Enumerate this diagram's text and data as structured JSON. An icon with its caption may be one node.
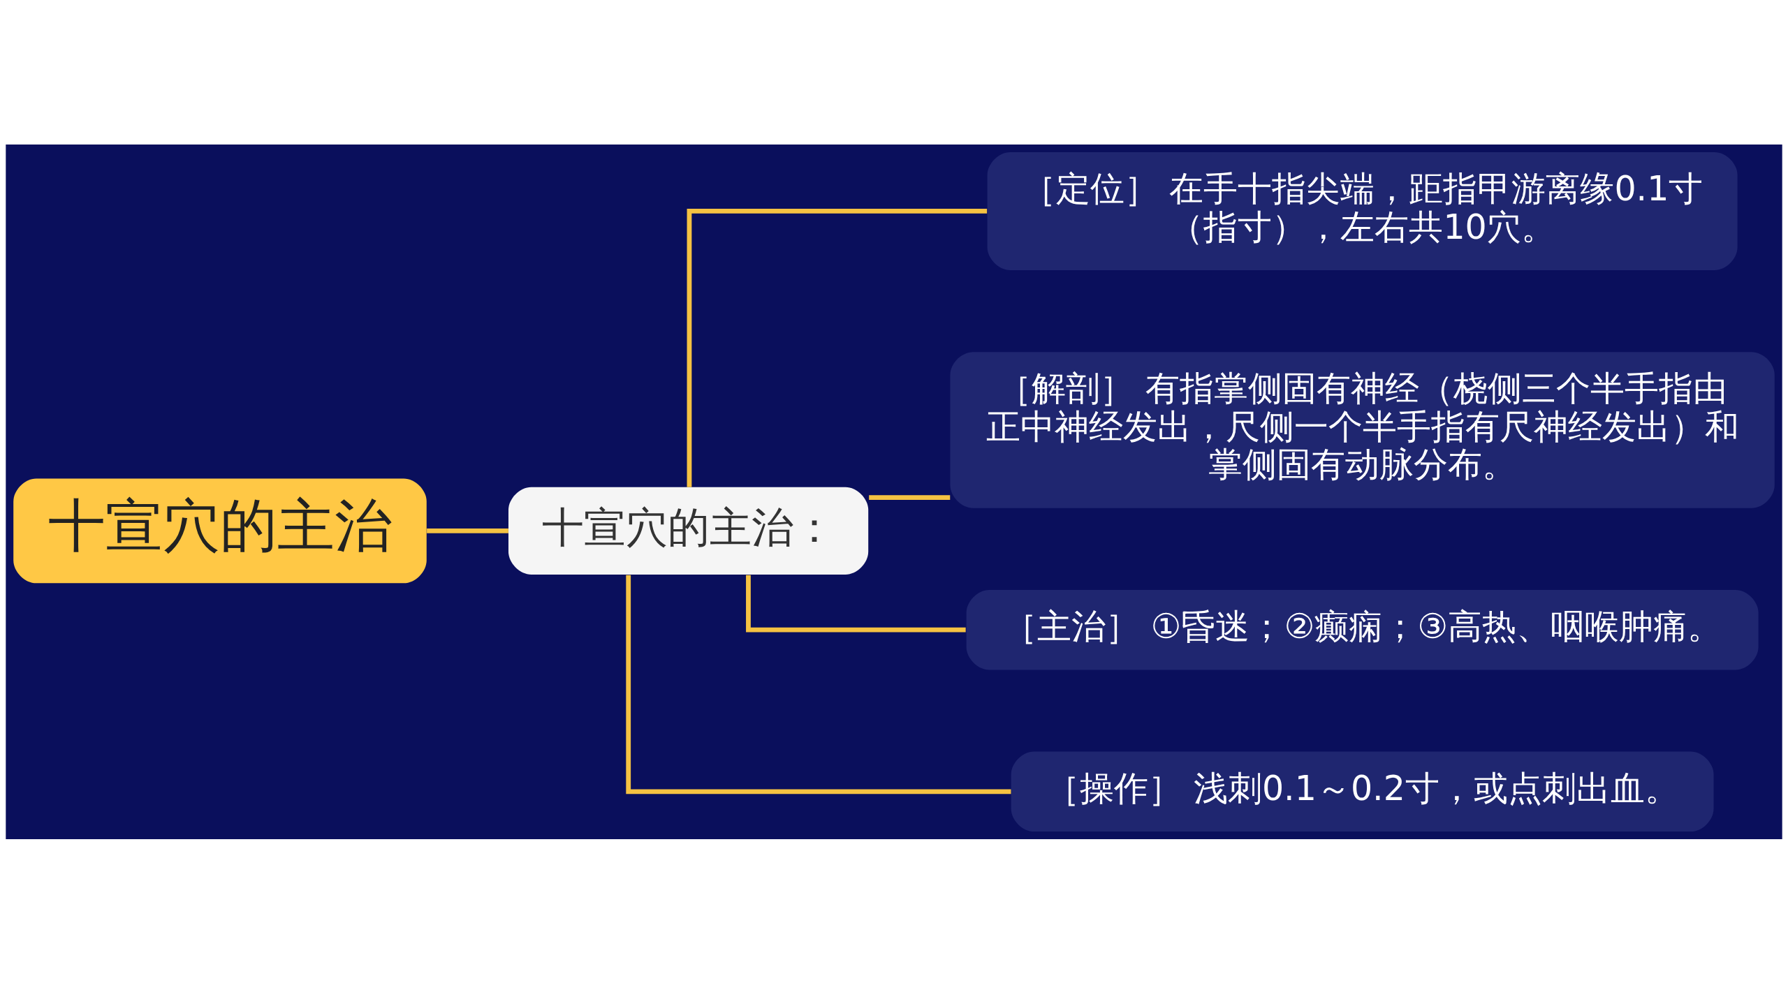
{
  "diagram": {
    "nodes": [
      {
        "text": [
          "十宣穴的主治"
        ]
      },
      {
        "text": [
          "十宣穴的主治："
        ]
      },
      {
        "text": [
          "［定位］ 在手十指尖端，距指甲游离缘0.1寸（指寸），左右共10穴。"
        ]
      },
      {
        "text": [
          "［解剖］ 有指掌侧固有神经（桡侧三个半手指由正中神经发出，尺侧一个半手指有尺神经发出）和掌侧固有动脉分布。"
        ]
      },
      {
        "text": [
          "［主治］ ①昏迷；②癫痫；③高热、咽喉肿痛。"
        ]
      },
      {
        "text": [
          "［操作］ 浅刺0.1～0.2寸，或点刺出血。"
        ]
      }
    ],
    "edges": [
      {
        "from": 0,
        "to": 1,
        "arrow": "none"
      },
      {
        "from": 1,
        "to": 2,
        "arrow": "none"
      },
      {
        "from": 1,
        "to": 3,
        "arrow": "none"
      },
      {
        "from": 1,
        "to": 4,
        "arrow": "none"
      },
      {
        "from": 1,
        "to": 5,
        "arrow": "none"
      }
    ]
  }
}
